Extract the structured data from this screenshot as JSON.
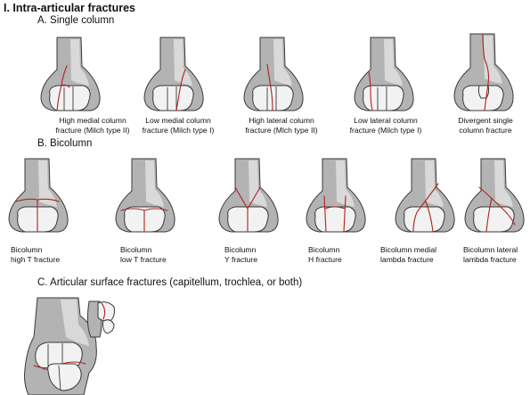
{
  "title": "I. Intra-articular fractures",
  "colors": {
    "fracture": "#b0231d",
    "bone": "#b3b3b3",
    "articular": "#f2f2f2",
    "outline": "#3a3a3a"
  },
  "sections": {
    "a": {
      "label": "A. Single column",
      "items": [
        {
          "line1": "High medial column",
          "line2": "fracture (Milch type II)"
        },
        {
          "line1": "Low medial column",
          "line2": "fracture (Milch type I)"
        },
        {
          "line1": "High lateral column",
          "line2": "fracture (Mlch type II)"
        },
        {
          "line1": "Low lateral column",
          "line2": "fracture (Milch type I)"
        },
        {
          "line1": "Divergent single",
          "line2": "column fracture"
        }
      ]
    },
    "b": {
      "label": "B. Bicolumn",
      "items": [
        {
          "line1": "Bicolumn",
          "line2": "high T fracture"
        },
        {
          "line1": "Bicolumn",
          "line2": "low T fracture"
        },
        {
          "line1": "Bicolumn",
          "line2": "Y fracture"
        },
        {
          "line1": "Bicolumn",
          "line2": "H fracture"
        },
        {
          "line1": "Bicolumn medial",
          "line2": "lambda fracture"
        },
        {
          "line1": "Bicolumn lateral",
          "line2": "lambda fracture"
        }
      ]
    },
    "c": {
      "label": "C. Articular surface fractures (capitellum, trochlea, or both)"
    }
  }
}
